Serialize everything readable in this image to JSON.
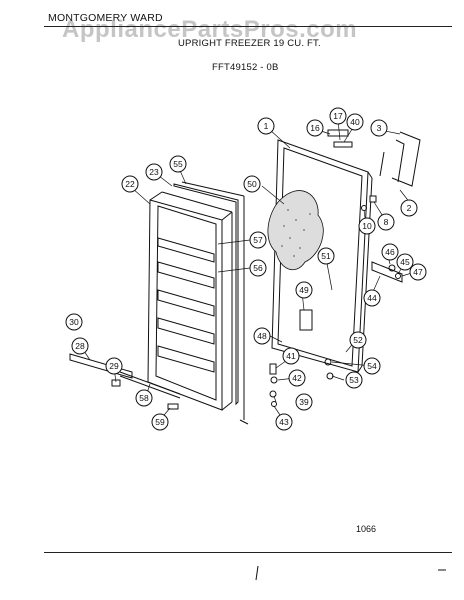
{
  "header": {
    "brand": "MONTGOMERY WARD",
    "title": "UPRIGHT FREEZER 19 CU. FT.",
    "model": "FFT49152 - 0B"
  },
  "watermark": "AppliancePartsPros.com",
  "diagram_code": "1066",
  "callouts": [
    "1",
    "2",
    "3",
    "8",
    "10",
    "16",
    "17",
    "22",
    "23",
    "28",
    "29",
    "30",
    "39",
    "40",
    "41",
    "42",
    "43",
    "44",
    "45",
    "46",
    "47",
    "48",
    "49",
    "50",
    "51",
    "52",
    "53",
    "54",
    "55",
    "56",
    "57",
    "58",
    "59"
  ]
}
